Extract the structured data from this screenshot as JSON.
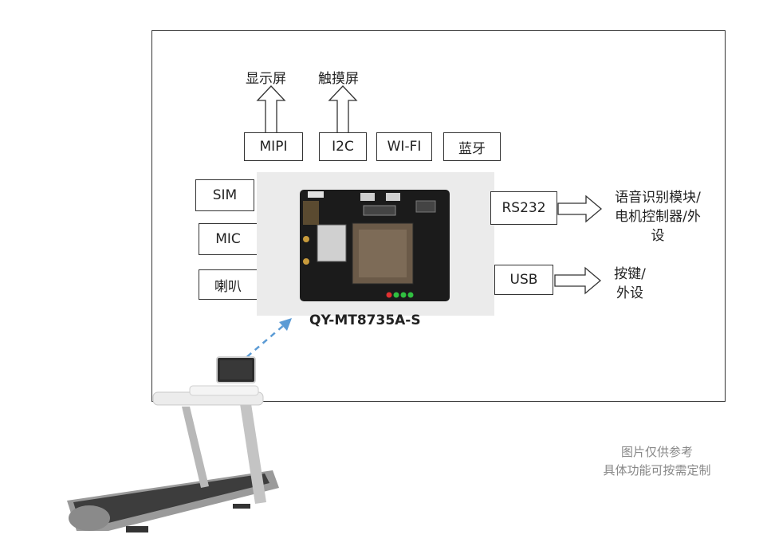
{
  "diagram": {
    "top_outputs": [
      {
        "label": "显示屏",
        "interface": "MIPI"
      },
      {
        "label": "触摸屏",
        "interface": "I2C"
      }
    ],
    "top_modules": [
      "WI-FI",
      "蓝牙"
    ],
    "left_modules": [
      "SIM",
      "MIC",
      "喇叭"
    ],
    "board_model": "QY-MT8735A-S",
    "right_links": [
      {
        "interface": "RS232",
        "target_lines": [
          "语音识别模块/",
          "电机控制器/外",
          "设"
        ]
      },
      {
        "interface": "USB",
        "target_lines": [
          "按键/",
          "外设"
        ]
      }
    ],
    "note_lines": [
      "图片仅供参考",
      "具体功能可按需定制"
    ],
    "colors": {
      "dashed_arrow": "#5b9bd5",
      "board": "#1b1b1b",
      "note": "#888888"
    }
  }
}
